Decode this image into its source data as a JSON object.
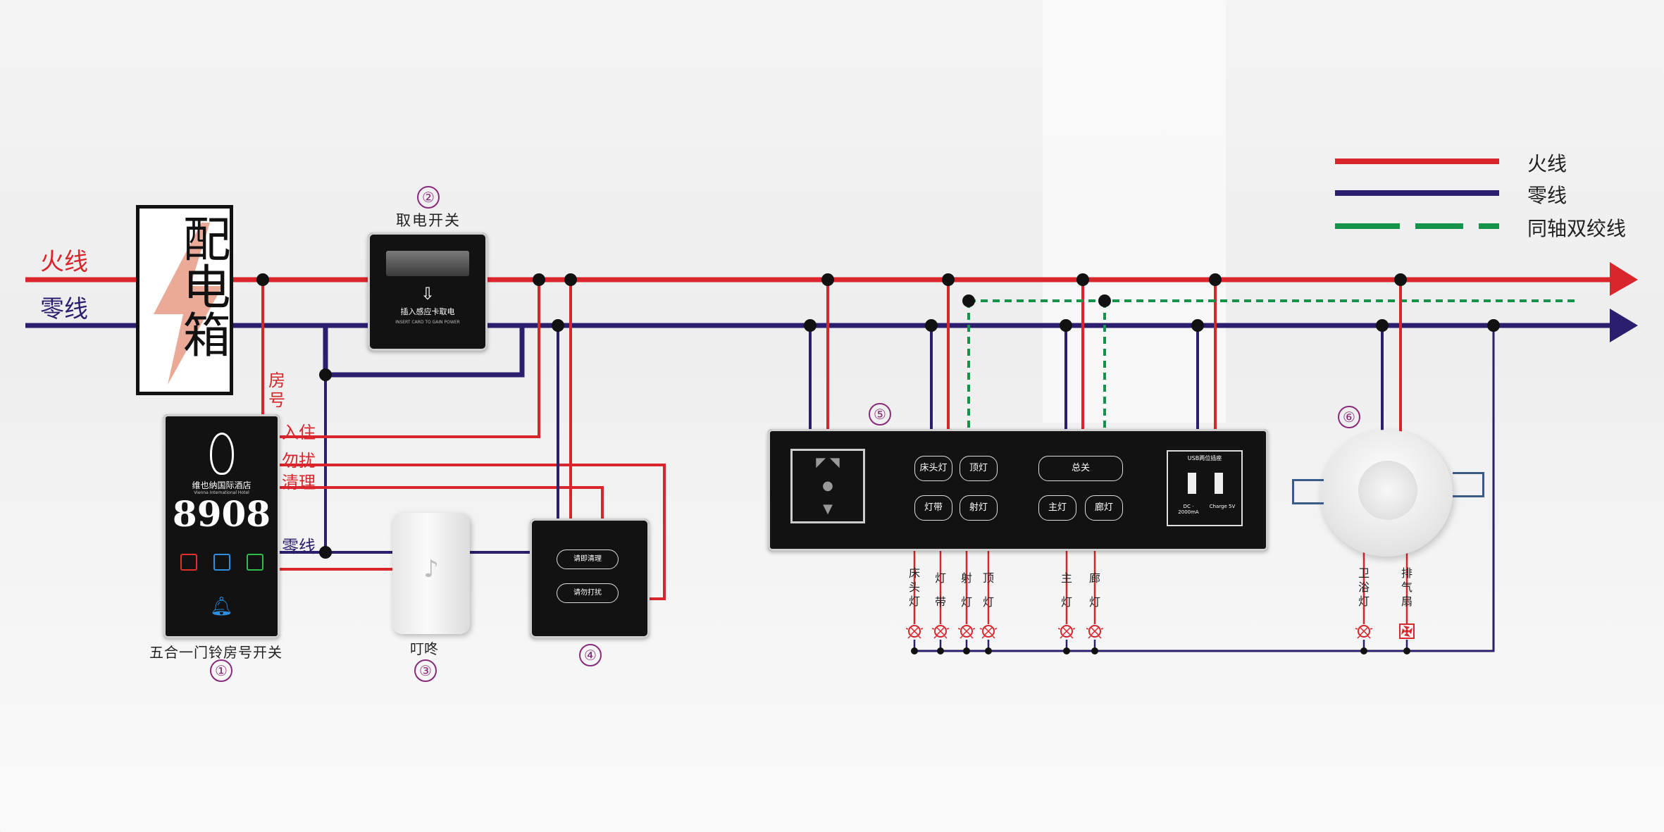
{
  "legend": {
    "live": "火线",
    "neutral": "零线",
    "coax": "同轴双绞线",
    "colors": {
      "live": "#d8262c",
      "neutral": "#2b1e6e",
      "coax": "#14934a"
    }
  },
  "mains": {
    "live_label": "火线",
    "neutral_label": "零线"
  },
  "distribution_box": {
    "label": "配电箱"
  },
  "card_switch": {
    "number": "②",
    "title": "取电开关",
    "panel_text": "插入感应卡取电",
    "panel_text_en": "INSERT CARD TO GAIN POWER"
  },
  "doorplate": {
    "number": "①",
    "caption": "五合一门铃房号开关",
    "hotel_name": "维也纳国际酒店",
    "hotel_name_en": "Vienna International Hotel",
    "room_number": "8908",
    "wire_labels": {
      "room": "房号",
      "checkin": "入住",
      "dnd": "勿扰",
      "clean": "清理",
      "neutral": "零线"
    }
  },
  "doorbell": {
    "number": "③",
    "caption": "叮咚"
  },
  "service_panel": {
    "number": "④",
    "btn1": "请即清理",
    "btn2": "请勿打扰"
  },
  "bedside_panel": {
    "number": "⑤",
    "buttons": {
      "bed_lamp": "床头灯",
      "top_light": "顶灯",
      "lamp_belt": "灯带",
      "shot_light": "射灯",
      "total": "总关",
      "main_light": "主灯",
      "porch_lamp": "廊灯"
    },
    "usb": {
      "title": "USB两位插座",
      "dc": "DC · 2000mA",
      "charge": "Charge 5V"
    },
    "outputs": [
      "床头灯",
      "灯带",
      "射灯",
      "顶灯",
      "主灯",
      "廊灯"
    ]
  },
  "sensor": {
    "number": "⑥",
    "outputs": [
      "卫浴灯",
      "排气扇"
    ]
  }
}
